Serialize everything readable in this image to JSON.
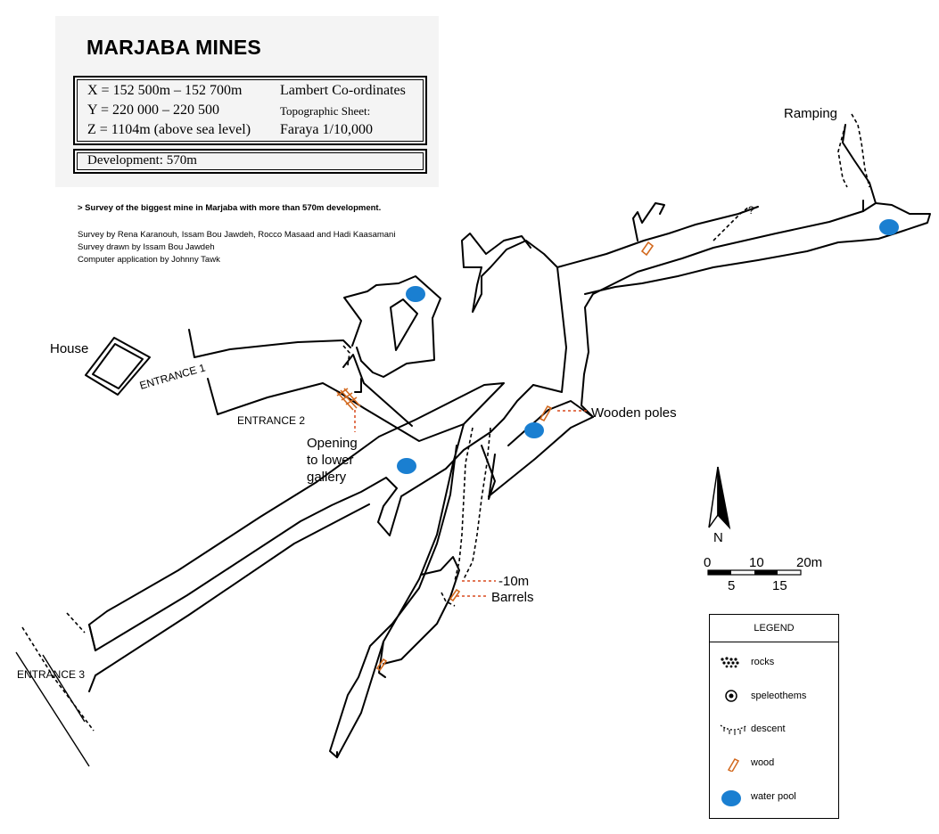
{
  "title": "MARJABA MINES",
  "coordinates": [
    {
      "left": "X = 152 500m – 152 700m",
      "right": "Lambert Co-ordinates"
    },
    {
      "left": "Y = 220 000 – 220 500",
      "right": "Topographic Sheet:"
    },
    {
      "left": "Z = 1104m (above sea level)",
      "right": "Faraya 1/10,000"
    }
  ],
  "development": "Development: 570m",
  "survey_description": "> Survey of the biggest mine in Marjaba with more than 570m development.",
  "credits": [
    "Survey by Rena Karanouh, Issam Bou Jawdeh, Rocco Masaad and Hadi Kaasamani",
    "Survey drawn by Issam Bou Jawdeh",
    "Computer application by Johnny Tawk"
  ],
  "labels": {
    "house": "House",
    "entrance1": "ENTRANCE 1",
    "entrance2": "ENTRANCE 2",
    "entrance3": "ENTRANCE 3",
    "opening_line1": "Opening",
    "opening_line2": "to lower",
    "opening_line3": "gallery",
    "wooden_poles": "Wooden poles",
    "minus10": "-10m",
    "barrels": "Barrels",
    "ramping": "Ramping",
    "question": "?"
  },
  "north": "N",
  "scale": {
    "top": [
      "0",
      "10",
      "20m"
    ],
    "bottom": [
      "5",
      "15"
    ]
  },
  "legend": {
    "title": "LEGEND",
    "items": [
      {
        "label": "rocks",
        "icon": "rocks-icon"
      },
      {
        "label": "speleothems",
        "icon": "speleothems-icon"
      },
      {
        "label": "descent",
        "icon": "descent-icon"
      },
      {
        "label": "wood",
        "icon": "wood-icon"
      },
      {
        "label": "water pool",
        "icon": "water-pool-icon"
      }
    ]
  },
  "colors": {
    "water": "#1a7fd1",
    "wood": "#d2691e",
    "marker_line": "#d94a1e",
    "line": "#000000"
  }
}
